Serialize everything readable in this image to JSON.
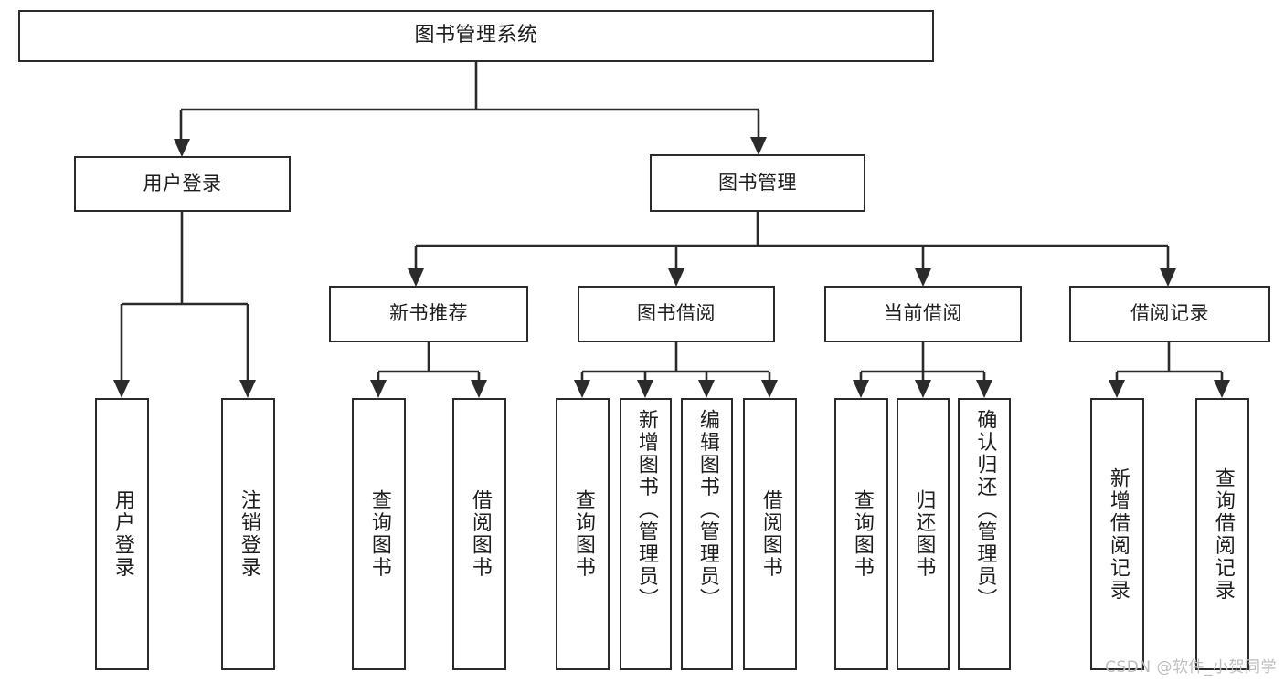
{
  "diagram": {
    "title": "图书管理系统",
    "watermark": "CSDN @软件_小贺同学",
    "line_color": "#2b2b2b",
    "box_fill": "#ffffff",
    "text_color": "#1d1d1d",
    "root": {
      "label": "图书管理系统"
    },
    "level1": [
      {
        "label": "用户登录"
      },
      {
        "label": "图书管理"
      }
    ],
    "level2": [
      {
        "label": "新书推荐"
      },
      {
        "label": "图书借阅"
      },
      {
        "label": "当前借阅"
      },
      {
        "label": "借阅记录"
      }
    ],
    "leaves": {
      "user_login": [
        {
          "label": "用户登录"
        },
        {
          "label": "注销登录"
        }
      ],
      "new_book": [
        {
          "label": "查询图书"
        },
        {
          "label": "借阅图书"
        }
      ],
      "borrow": [
        {
          "label": "查询图书"
        },
        {
          "label": "新增图书（管理员）"
        },
        {
          "label": "编辑图书（管理员）"
        },
        {
          "label": "借阅图书"
        }
      ],
      "current": [
        {
          "label": "查询图书"
        },
        {
          "label": "归还图书"
        },
        {
          "label": "确认归还（管理员）"
        }
      ],
      "records": [
        {
          "label": "新增借阅记录"
        },
        {
          "label": "查询借阅记录"
        }
      ]
    }
  }
}
